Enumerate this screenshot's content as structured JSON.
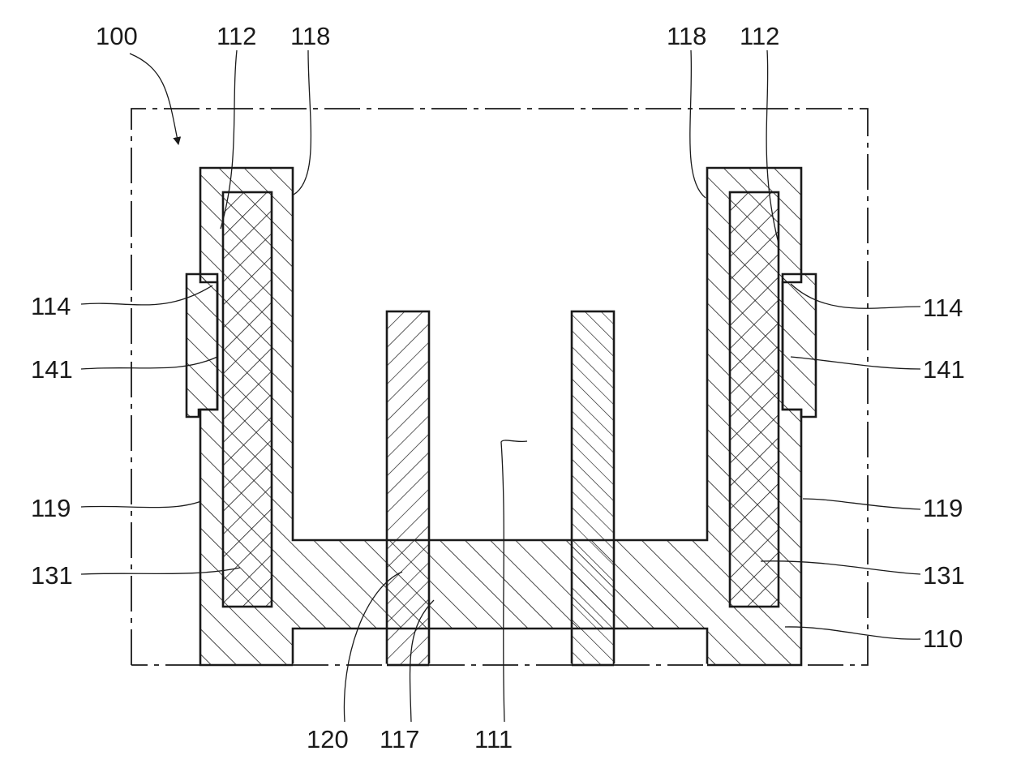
{
  "figure": {
    "labels": {
      "assembly": "100",
      "groove_left": "112",
      "wall_left": "118",
      "wall_right": "118",
      "groove_right": "112",
      "step_left": "114",
      "step_right": "114",
      "ring_left": "141",
      "ring_right": "141",
      "outer_left": "119",
      "outer_right": "119",
      "insert_left": "131",
      "insert_right": "131",
      "body": "110",
      "pin": "120",
      "hole": "117",
      "cavity": "111"
    }
  }
}
